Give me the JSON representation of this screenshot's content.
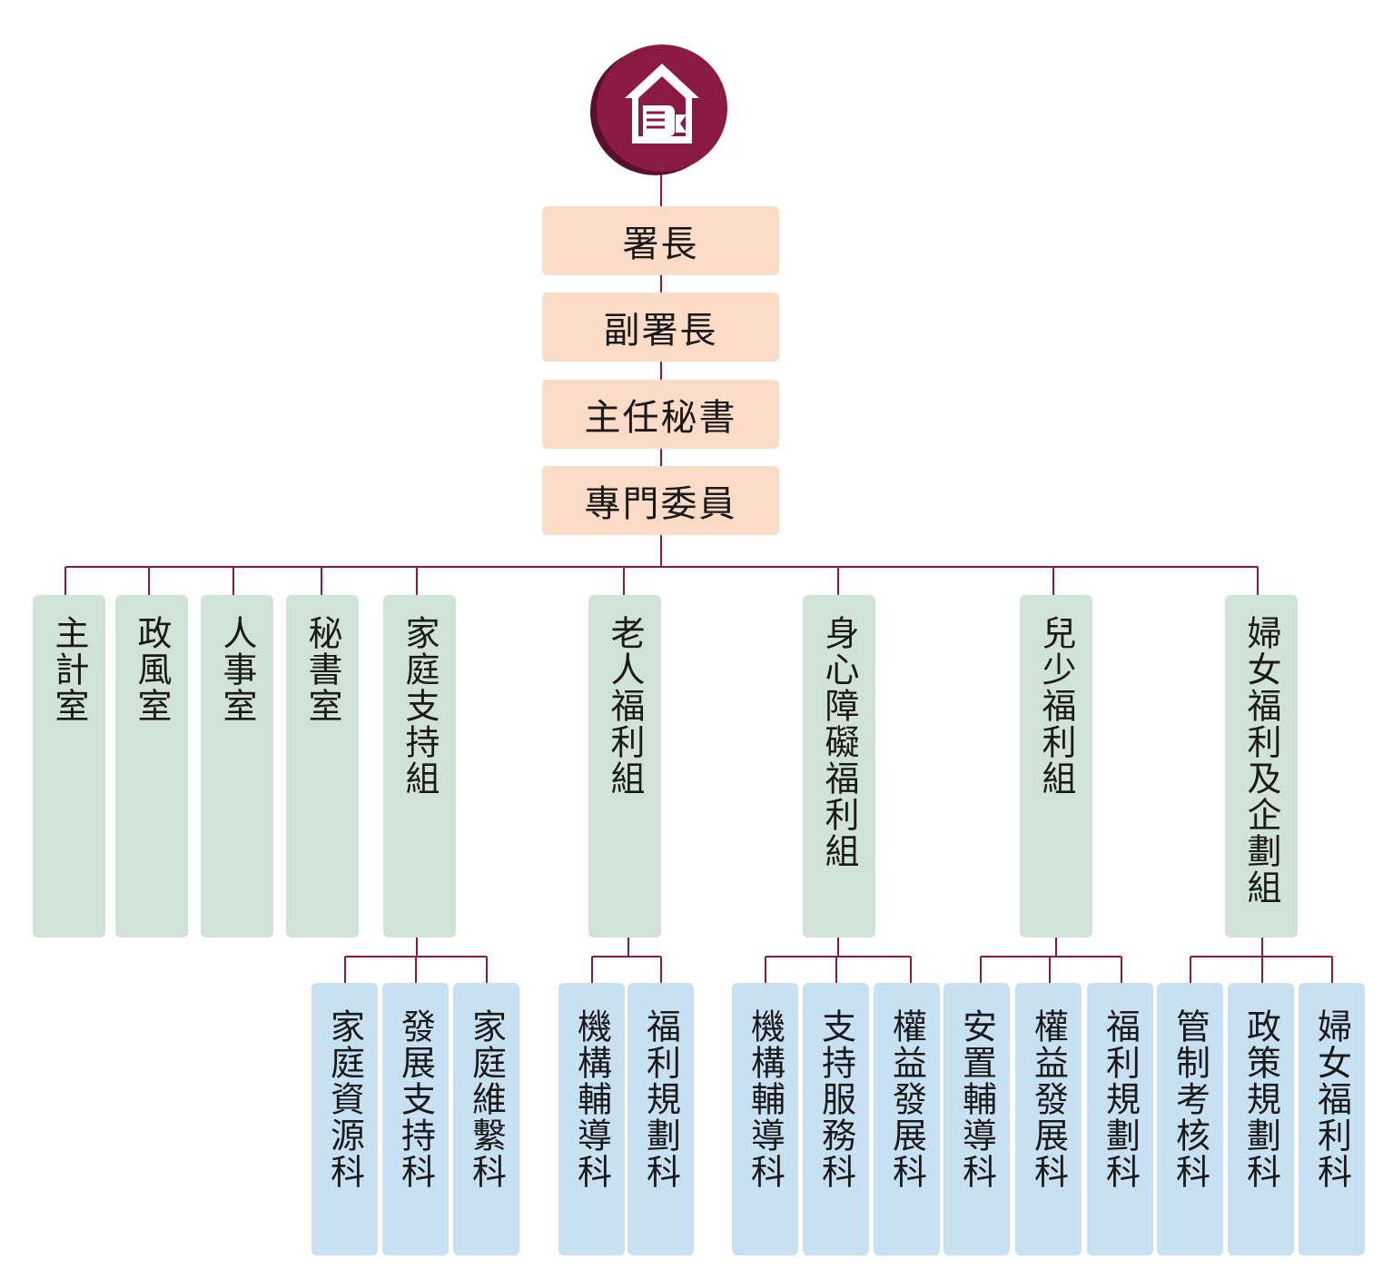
{
  "executives": [
    "署長",
    "副署長",
    "主任秘書",
    "專門委員"
  ],
  "units": [
    {
      "label": "主計室",
      "subs": []
    },
    {
      "label": "政風室",
      "subs": []
    },
    {
      "label": "人事室",
      "subs": []
    },
    {
      "label": "秘書室",
      "subs": []
    },
    {
      "label": "家庭支持組",
      "subs": [
        "家庭資源科",
        "發展支持科",
        "家庭維繫科"
      ]
    },
    {
      "label": "老人福利組",
      "subs": [
        "機構輔導科",
        "福利規劃科"
      ]
    },
    {
      "label": "身心障礙福利組",
      "subs": [
        "機構輔導科",
        "支持服務科",
        "權益發展科"
      ]
    },
    {
      "label": "兒少福利組",
      "subs": [
        "安置輔導科",
        "權益發展科",
        "福利規劃科"
      ]
    },
    {
      "label": "婦女福利及企劃組",
      "subs": [
        "管制考核科",
        "政策規劃科",
        "婦女福利科"
      ]
    }
  ],
  "colors": {
    "line": "#8b1a43",
    "logo": "#8b1a43",
    "logo_shadow": "#5c0f2c",
    "executive_box": "#fcdcc7",
    "unit_box": "#d1e3d6",
    "section_box": "#c7e1f3"
  }
}
